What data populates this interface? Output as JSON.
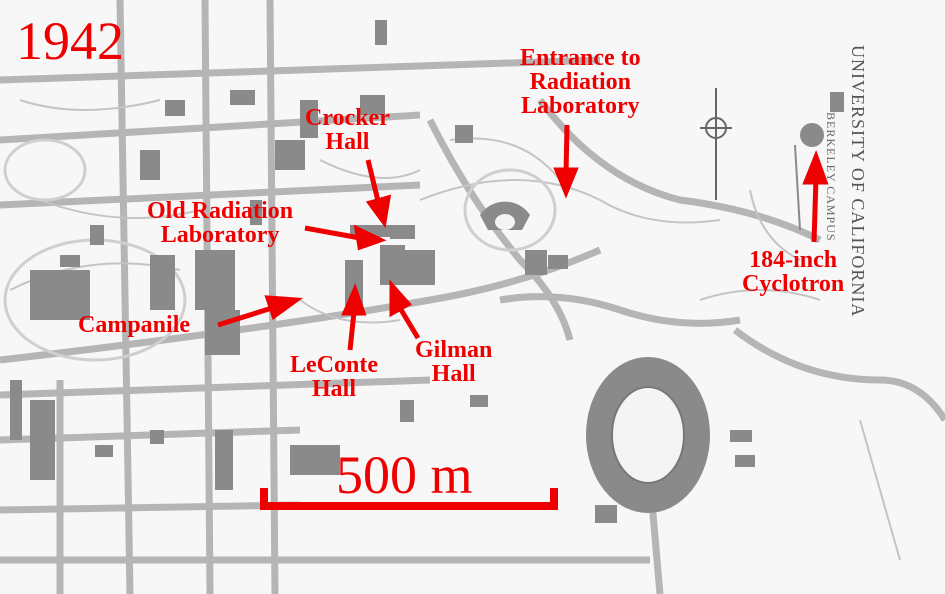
{
  "year_label": "1942",
  "scale_bar_label": "500 m",
  "map_text": {
    "university": "UNIVERSITY OF CALIFORNIA",
    "campus": "BERKELEY CAMPUS"
  },
  "labels": {
    "entrance": [
      "Entrance to",
      "Radiation",
      "Laboratory"
    ],
    "crocker": [
      "Crocker",
      "Hall"
    ],
    "old_rad_lab": [
      "Old Radiation",
      "Laboratory"
    ],
    "cyclotron": [
      "184-inch",
      "Cyclotron"
    ],
    "campanile": [
      "Campanile"
    ],
    "leconte": [
      "LeConte",
      "Hall"
    ],
    "gilman": [
      "Gilman",
      "Hall"
    ]
  },
  "colors": {
    "annotation_red": "#ee0000",
    "building_gray": "#8a8a8a",
    "road_gray": "#b5b5b5",
    "background": "#f7f7f7"
  }
}
